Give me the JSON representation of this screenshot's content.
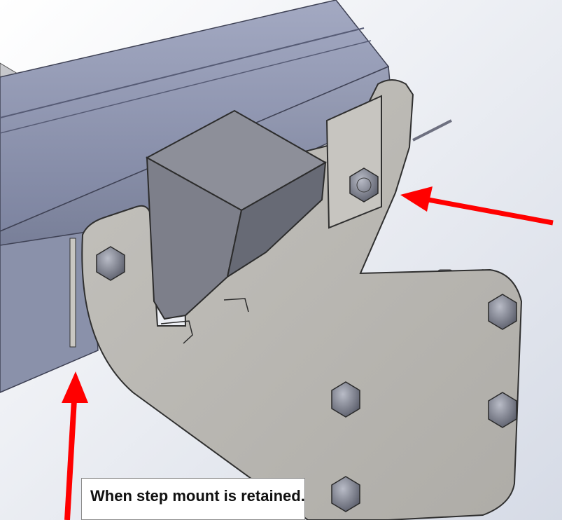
{
  "caption": "When step mount is retained.",
  "colors": {
    "background_top": "#ffffff",
    "background_bottom": "#d9dde8",
    "frame_rail": "#8c93ad",
    "bracket_plate": "#b9b7b2",
    "wedge": "#7d7f8a",
    "bolt": "#7c7f8e",
    "arrow": "#ff0000"
  },
  "icons": [
    "arrow-right-pointing-left",
    "arrow-pointing-up"
  ]
}
